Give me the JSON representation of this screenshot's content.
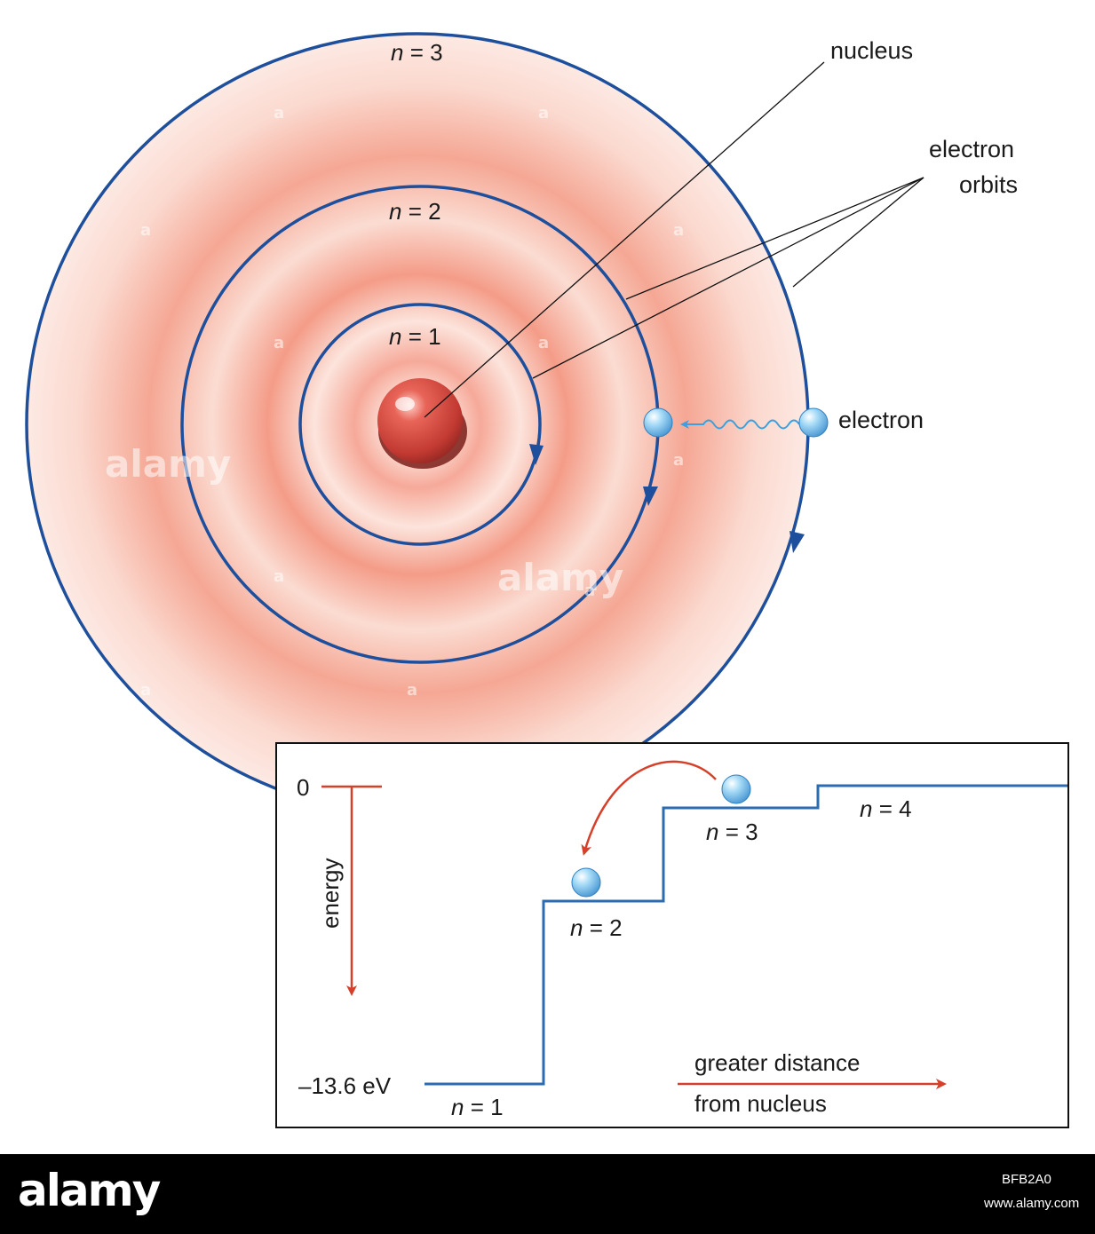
{
  "colors": {
    "orbit": "#1e4f9c",
    "glow": "#f07a6a",
    "energy_arrow": "#d6402a",
    "level_line": "#2b6cb0",
    "nucleus": "#c8403a",
    "electron": "#62b6e8"
  },
  "atom": {
    "orbit_labels": [
      {
        "n": "n",
        "value": " = 1"
      },
      {
        "n": "n",
        "value": " = 2"
      },
      {
        "n": "n",
        "value": " = 3"
      }
    ],
    "callouts": {
      "nucleus": "nucleus",
      "electron_orbits_line1": "electron",
      "electron_orbits_line2": "orbits",
      "electron": "electron"
    }
  },
  "energy_diagram": {
    "zero_label": "0",
    "bottom_label": "–13.6 eV",
    "axis_label": "energy",
    "levels": [
      {
        "n": "n",
        "value": " = 1"
      },
      {
        "n": "n",
        "value": " = 2"
      },
      {
        "n": "n",
        "value": " = 3"
      },
      {
        "n": "n",
        "value": " = 4"
      }
    ],
    "distance_line1": "greater distance",
    "distance_line2": "from nucleus"
  },
  "watermark": {
    "text": "alamy",
    "symbol": "a"
  },
  "footer": {
    "logo": "alamy",
    "image_id": "BFB2A0",
    "site": "www.alamy.com"
  }
}
